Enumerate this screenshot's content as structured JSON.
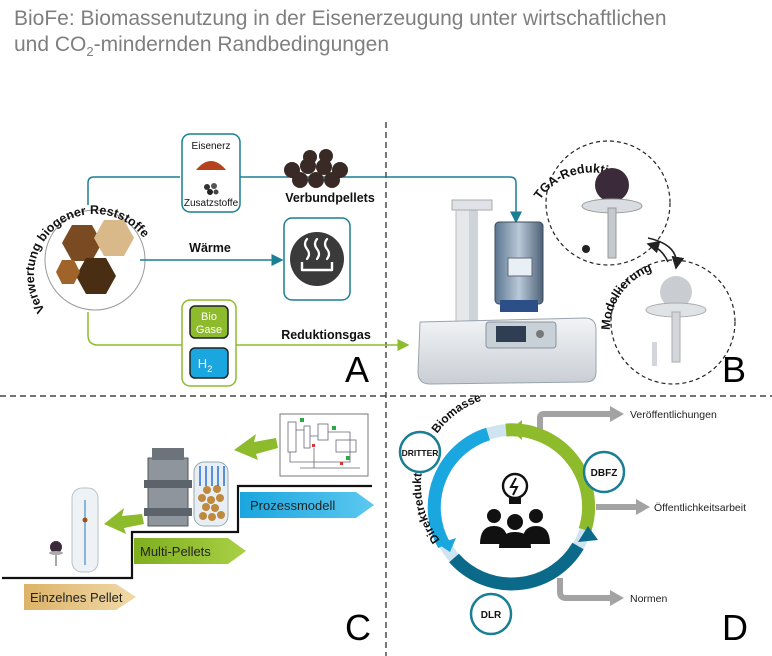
{
  "title": {
    "line1": "BioFe: Biomassenutzung in der Eisenerzeugung unter wirtschaftlichen",
    "line2_pre": "und CO",
    "line2_sub": "2",
    "line2_post": "-mindernden Randbedingungen"
  },
  "panel_a": {
    "letter": "A",
    "arc_label": "Verwertung biogener Reststoffe",
    "eisenerz": "Eisenerz",
    "zusatzstoffe": "Zusatzstoffe",
    "verbundpellets": "Verbundpellets",
    "waerme": "Wärme",
    "reduktionsgas": "Reduktionsgas",
    "biogas_line1": "Bio",
    "biogas_line2": "Gase",
    "h2_main": "H",
    "h2_sub": "2"
  },
  "panel_b": {
    "letter": "B",
    "tga_label": "TGA-Reduktion",
    "model_label": "Modellierung"
  },
  "panel_c": {
    "letter": "C",
    "step1": "Einzelnes Pellet",
    "step2": "Multi-Pellets",
    "step3": "Prozessmodell"
  },
  "panel_d": {
    "letter": "D",
    "ring_label": "Direktreduktion mit Biomasse",
    "partner1": "DRITTER",
    "partner2": "DBFZ",
    "partner3": "DLR",
    "out1": "Veröffentlichungen",
    "out2": "Öffentlichkeitsarbeit",
    "out3": "Normen"
  },
  "colors": {
    "teal": "#1a7e94",
    "green": "#8dbb2c",
    "blue": "#1aa6de",
    "tan": "#e8c78a",
    "dark_blue": "#0b6a8a"
  }
}
